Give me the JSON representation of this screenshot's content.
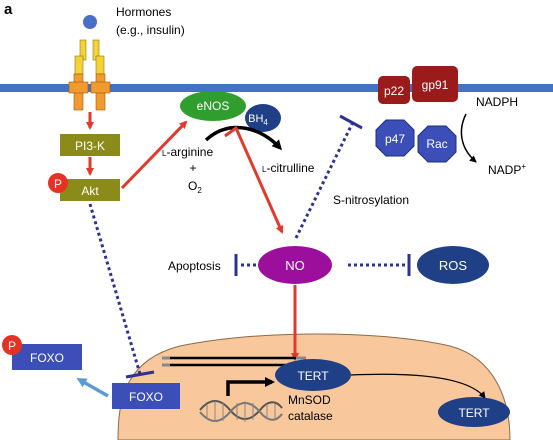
{
  "panel_label": "a",
  "hormone": {
    "line1": "Hormones",
    "line2": "(e.g., insulin)"
  },
  "pi3k": "PI3-K",
  "akt": "Akt",
  "phospho": "P",
  "enos": "eNOS",
  "bh4": {
    "main": "BH",
    "sub": "4"
  },
  "l_arginine": {
    "prefix": "L",
    "rest": "-arginine"
  },
  "plus": "+",
  "o2": {
    "main": "O",
    "sub": "2"
  },
  "l_citrulline": {
    "prefix": "L",
    "rest": "-citrulline"
  },
  "no": "NO",
  "apoptosis": "Apoptosis",
  "ros": "ROS",
  "s_nitrosylation": "S-nitrosylation",
  "nox": {
    "p22": "p22",
    "gp91": "gp91",
    "p47": "p47",
    "rac": "Rac",
    "nadph": "NADPH",
    "nadp": {
      "main": "NADP",
      "sup": "+"
    }
  },
  "foxo": "FOXO",
  "foxo_out": "FOXO",
  "tert": "TERT",
  "tert_out": "TERT",
  "mnsod": "MnSOD",
  "catalase": "catalase",
  "colors": {
    "membrane": "#4472c4",
    "receptor_yellow": "#f5d133",
    "receptor_orange": "#f29a2e",
    "ligand": "#4a6fc9",
    "olive": "#8b8b1a",
    "enos_green": "#2f9e2f",
    "purple": "#9c0f9c",
    "navy": "#1f3f86",
    "blue_box": "#3c4fb8",
    "darkred": "#9b1b1b",
    "red_arrow": "#e03a2c",
    "dotted": "#2e3192",
    "nucleus": "#f8c79b",
    "phospho_red": "#e53224"
  }
}
